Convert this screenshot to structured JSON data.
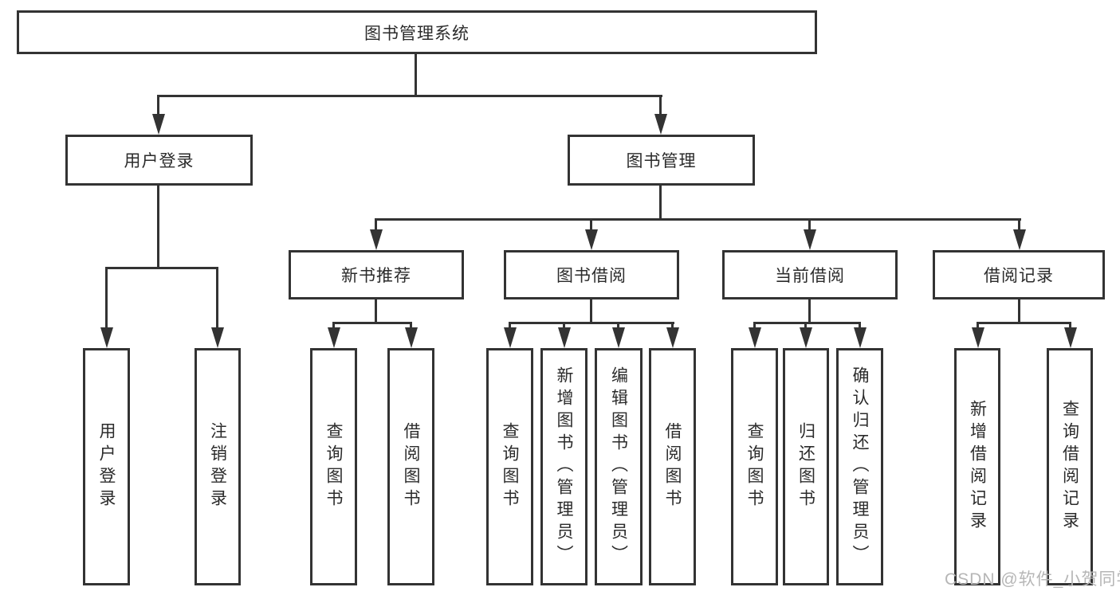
{
  "diagram_type": "functional-structure-tree",
  "tree": {
    "label": "图书管理系统",
    "children": [
      {
        "label": "用户登录",
        "children": [
          {
            "label": "用户登录"
          },
          {
            "label": "注销登录"
          }
        ]
      },
      {
        "label": "图书管理",
        "children": [
          {
            "label": "新书推荐",
            "children": [
              {
                "label": "查询图书"
              },
              {
                "label": "借阅图书"
              }
            ]
          },
          {
            "label": "图书借阅",
            "children": [
              {
                "label": "查询图书"
              },
              {
                "label": "新增图书（管理员）"
              },
              {
                "label": "编辑图书（管理员）"
              },
              {
                "label": "借阅图书"
              }
            ]
          },
          {
            "label": "当前借阅",
            "children": [
              {
                "label": "查询图书"
              },
              {
                "label": "归还图书"
              },
              {
                "label": "确认归还（管理员）"
              }
            ]
          },
          {
            "label": "借阅记录",
            "children": [
              {
                "label": "新增借阅记录"
              },
              {
                "label": "查询借阅记录"
              }
            ]
          }
        ]
      }
    ]
  },
  "watermark": {
    "text": "CSDN @软件_小贺同学"
  },
  "colors": {
    "line": "#333333",
    "text": "#2b2b2b",
    "watermark": "#b6b6b6",
    "background": "#ffffff"
  }
}
